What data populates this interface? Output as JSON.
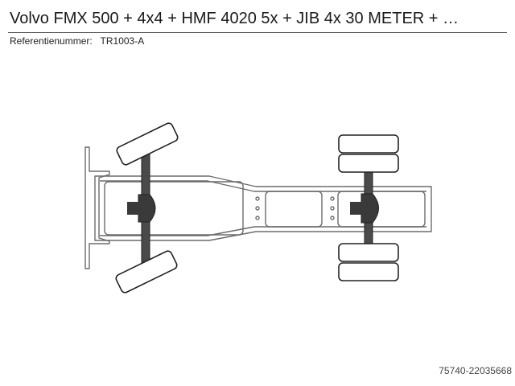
{
  "header": {
    "title": "Volvo FMX 500 + 4x4 + HMF 4020 5x + JIB 4x 30 METER + …",
    "reference_label": "Referentienummer:",
    "reference_value": "TR1003-A"
  },
  "footer": {
    "listing_id": "75740-22035668"
  },
  "colors": {
    "line": "#6b6b6b",
    "frame_fill": "#ffffff",
    "axle": "#4a4a4a"
  }
}
